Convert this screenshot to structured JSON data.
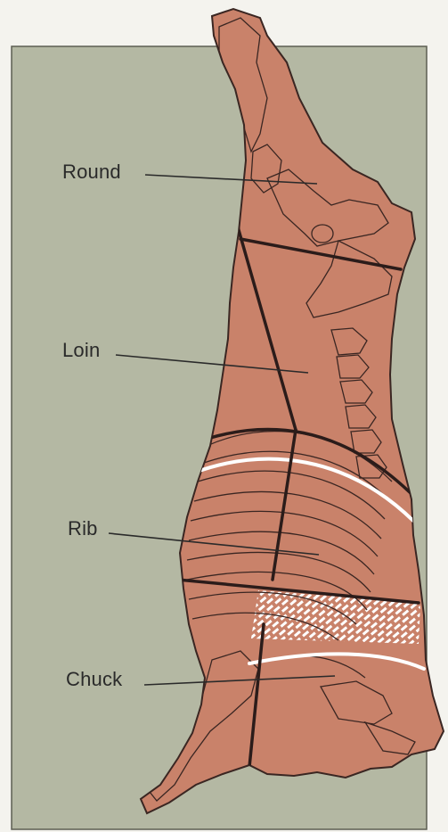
{
  "diagram": {
    "labels": {
      "round": "Round",
      "loin": "Loin",
      "rib": "Rib",
      "chuck": "Chuck"
    },
    "colors": {
      "panel": "#b4b8a3",
      "carcass": "#c9826a",
      "outline": "#3a2622",
      "cut_line": "#2b1c1a",
      "highlight": "#ffffff",
      "page": "#f4f3ee"
    }
  }
}
